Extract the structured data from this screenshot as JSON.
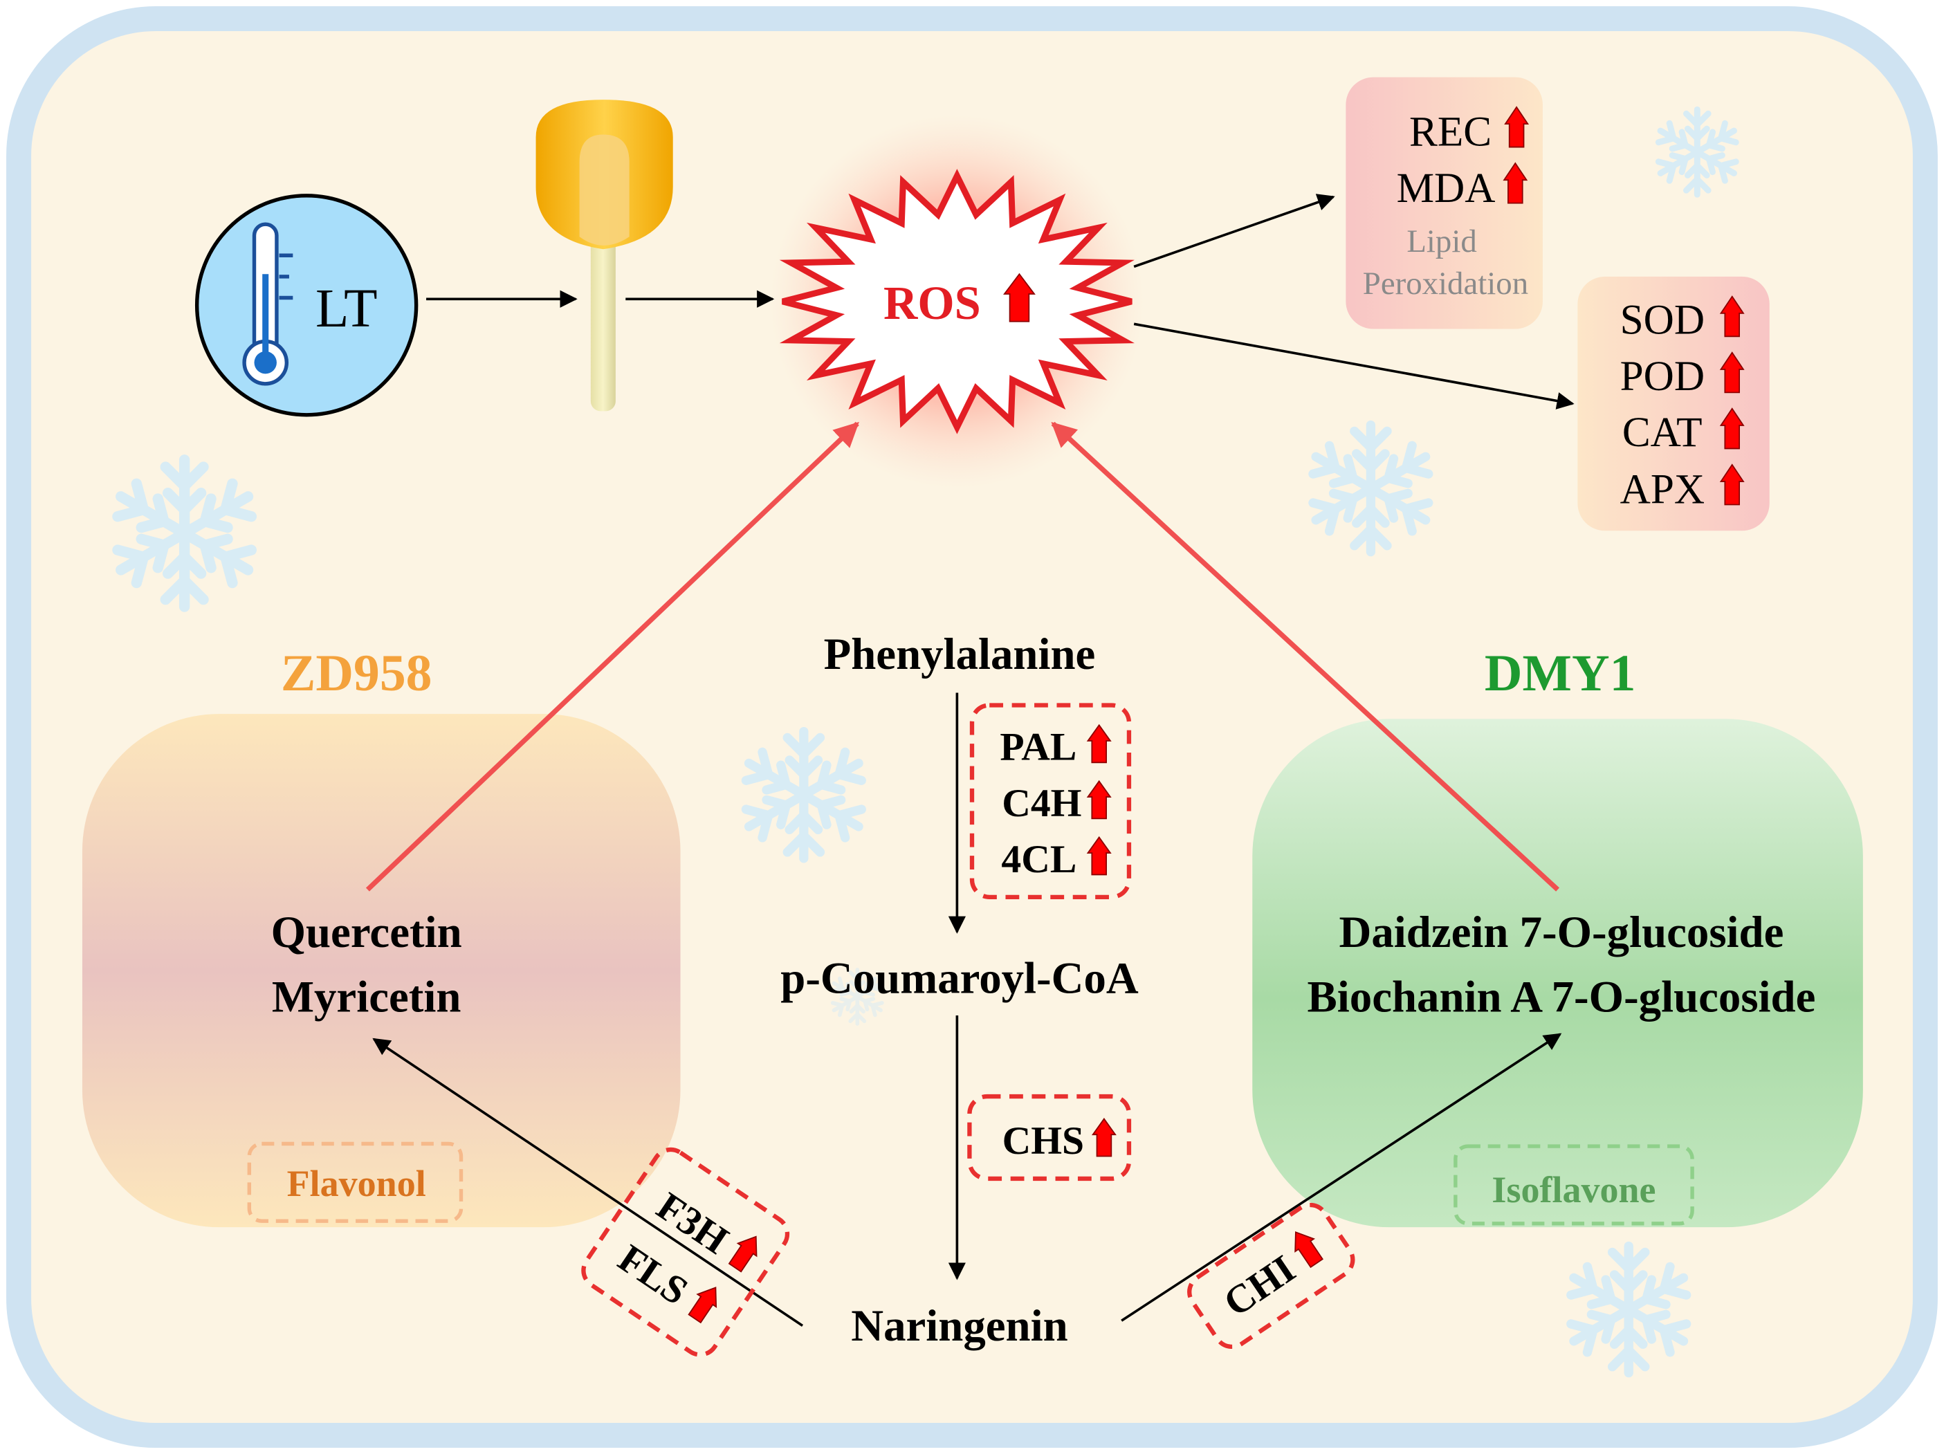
{
  "stress": {
    "label": "LT"
  },
  "ros": {
    "label": "ROS"
  },
  "membrane_box": {
    "markers": [
      "REC",
      "MDA"
    ],
    "caption_lines": [
      "Lipid",
      "Peroxidation"
    ]
  },
  "antioxidant_box": {
    "enzymes": [
      "SOD",
      "POD",
      "CAT",
      "APX"
    ]
  },
  "zd958": {
    "name": "ZD958",
    "metabolites": [
      "Quercetin",
      "Myricetin"
    ],
    "class_label": "Flavonol",
    "name_color": "#f4a23c",
    "class_color": "#d9731f"
  },
  "dmy1": {
    "name": "DMY1",
    "metabolites": [
      "Daidzein 7-O-glucoside",
      "Biochanin A 7-O-glucoside"
    ],
    "class_label": "Isoflavone",
    "name_color": "#1d9a30",
    "class_color": "#5aa05a"
  },
  "pathway": {
    "phenylalanine": "Phenylalanine",
    "coumaroyl": "p-Coumaroyl-CoA",
    "naringenin": "Naringenin",
    "enzymes_step1": [
      "PAL",
      "C4H",
      "4CL"
    ],
    "enzymes_step2": [
      "CHS"
    ],
    "enzymes_flavonol": [
      "F3H",
      "FLS"
    ],
    "enzymes_isoflavone": [
      "CHI"
    ]
  },
  "colors": {
    "up_arrow": "#ff0000",
    "ros_text": "#e31e24",
    "red_line": "#f05050",
    "dashed_box": "#e8302f",
    "cell_bg": "#fcf4e3",
    "cell_border": "#cfe3f2",
    "snowflake": "#d8ecf5"
  }
}
